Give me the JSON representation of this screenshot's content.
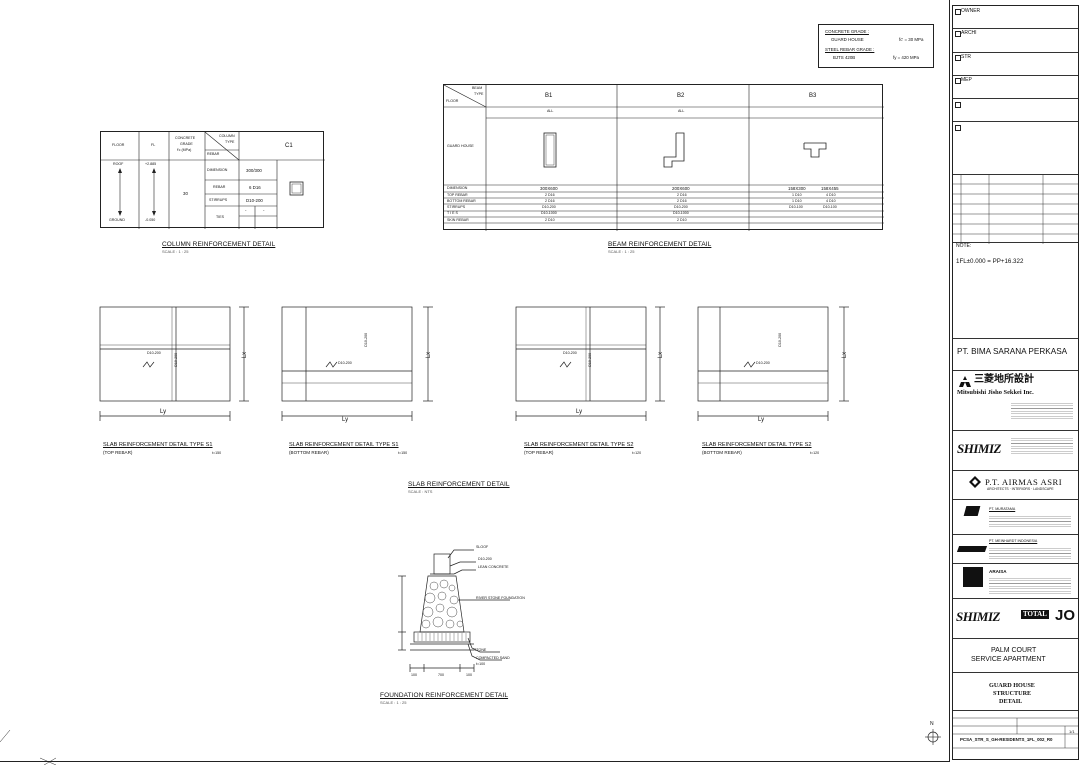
{
  "concrete_grade": {
    "title": "CONCRETE GRADE :",
    "item": "GUARD HOUSE",
    "value": "fc' = 30 MPa",
    "steel_title": "STEEL REBAR GRADE :",
    "steel_item": "BJTS 420B",
    "steel_value": "fy = 420 MPa"
  },
  "column_table": {
    "headers": [
      "FLOOR",
      "FL",
      "CONCRETE GRADE f'c (MPa)",
      "COLUMN TYPE",
      "REBAR"
    ],
    "header_concrete_1": "CONCRETE",
    "header_concrete_2": "GRADE",
    "header_concrete_3": "f'c (MPa)",
    "header_type_1": "COLUMN",
    "header_type_2": "TYPE",
    "header_rebar": "REBAR",
    "header_floor": "FLOOR",
    "header_fl": "FL",
    "col_name": "C1",
    "floor_top": "ROOF",
    "floor_bottom": "GROUND",
    "fl_top": "+2.885",
    "fl_bottom": "-0.050",
    "grade": "30",
    "rows": [
      {
        "label": "DIMENSION",
        "value": "300/300"
      },
      {
        "label": "REBAR",
        "value": "6 D16"
      },
      {
        "label": "STIRRUPS",
        "value": "D10-200"
      },
      {
        "label": "TIES",
        "value": "-",
        "value2": "-"
      }
    ],
    "title": "COLUMN REINFORCEMENT DETAIL",
    "scale": "SCALE :   1 : 25"
  },
  "beam_table": {
    "corner_top_1": "BEAM",
    "corner_top_2": "TYPE",
    "corner_bottom": "FLOOR",
    "types": [
      "B1",
      "B2",
      "B3"
    ],
    "all": [
      "ALL",
      "ALL"
    ],
    "row_label": "GUARD HOUSE",
    "rows": [
      {
        "label": "DIMENSION",
        "b1": "300X600",
        "b2": "200X600",
        "b3a": "158X300",
        "b3b": "158X455"
      },
      {
        "label": "TOP REBAR",
        "b1": "2 D16",
        "b2": "2 D16",
        "b3a": "1 D10",
        "b3b": "4 D10"
      },
      {
        "label": "BOTTOM REBAR",
        "b1": "2 D16",
        "b2": "2 D16",
        "b3a": "1 D10",
        "b3b": "4 D10"
      },
      {
        "label": "STIRRUPS",
        "b1": "D10-200",
        "b2": "D10-200",
        "b3a": "D10-100",
        "b3b": "D10-100"
      },
      {
        "label": "T I E S",
        "b1": "D10-1000",
        "b2": "D10-1000",
        "b3a": "",
        "b3b": ""
      },
      {
        "label": "SKIN REBAR",
        "b1": "2 D10",
        "b2": "2 D10",
        "b3a": "",
        "b3b": ""
      }
    ],
    "title": "BEAM REINFORCEMENT DETAIL",
    "scale": "SCALE :   1 : 25"
  },
  "slabs": {
    "panels": [
      {
        "title": "SLAB REINFORCEMENT DETAIL TYPE S1",
        "sub": "(TOP REBAR)",
        "thk": "t=150",
        "rebar_h": "D10-200",
        "rebar_v": "D10-200"
      },
      {
        "title": "SLAB REINFORCEMENT DETAIL TYPE S1",
        "sub": "(BOTTOM REBAR)",
        "thk": "t=150",
        "rebar_h": "D10-200",
        "rebar_v": "D10-200"
      },
      {
        "title": "SLAB REINFORCEMENT DETAIL TYPE S2",
        "sub": "(TOP REBAR)",
        "thk": "t=120",
        "rebar_h": "D10-200",
        "rebar_v": "D10-200"
      },
      {
        "title": "SLAB REINFORCEMENT DETAIL TYPE S2",
        "sub": "(BOTTOM REBAR)",
        "thk": "t=120",
        "rebar_h": "D10-200",
        "rebar_v": "D10-200"
      }
    ],
    "ly": "Ly",
    "lx": "Lx",
    "title": "SLAB REINFORCEMENT DETAIL",
    "scale": "SCALE :   NTS"
  },
  "foundation": {
    "labels": {
      "sloof": "SLOOF",
      "stirrup": "D10-200",
      "lean": "LEAN CONCRETE",
      "river": "RIVER STONE FOUNDATION",
      "stone": "STONE",
      "sand": "COMPACTED SAND",
      "sand_thk": "t=100",
      "d1": "100",
      "d2": "700",
      "d3": "100"
    },
    "title": "FOUNDATION REINFORCEMENT DETAIL",
    "scale": "SCALE :   1 : 25"
  },
  "titleblock": {
    "owner": "OWNER",
    "archi": "ARCHI",
    "str": "STR",
    "mep": "MEP",
    "note_label": "NOTE:",
    "note_text": "1FL±0.000  =  PP+16.322",
    "client": "PT.  BIMA SARANA PERKASA",
    "mitsubishi_jp": "三菱地所設計",
    "mitsubishi_en": "Mitsubishi Jisho Sekkei Inc.",
    "shimizu": "SHIMIZ",
    "airmas": "P.T.  AIRMAS  ASRI",
    "airmas_sub": "ARCHITECTS  ·  INTERIORS  ·  LANDSCAPE",
    "pt_1": "PT. MURATAMA",
    "pt_2": "PT. MEINHARDT INDONESIA",
    "pt_3": "ARAISA",
    "jo_a": "SHIMIZ",
    "jo_b": "TOTAL",
    "jo_c": "JO",
    "project_1": "PALM COURT",
    "project_2": "SERVICE APARTMENT",
    "drawing_1": "GUARD  HOUSE",
    "drawing_2": "STRUCTURE",
    "drawing_3": "DETAIL",
    "code": "PCSA_STR_S_GH-RESIDENTS_1FL_002_R0",
    "sheet": "1/1",
    "north": "N"
  },
  "colors": {
    "line": "#222222",
    "gray": "#bbbbbb",
    "paper": "#ffffff"
  }
}
